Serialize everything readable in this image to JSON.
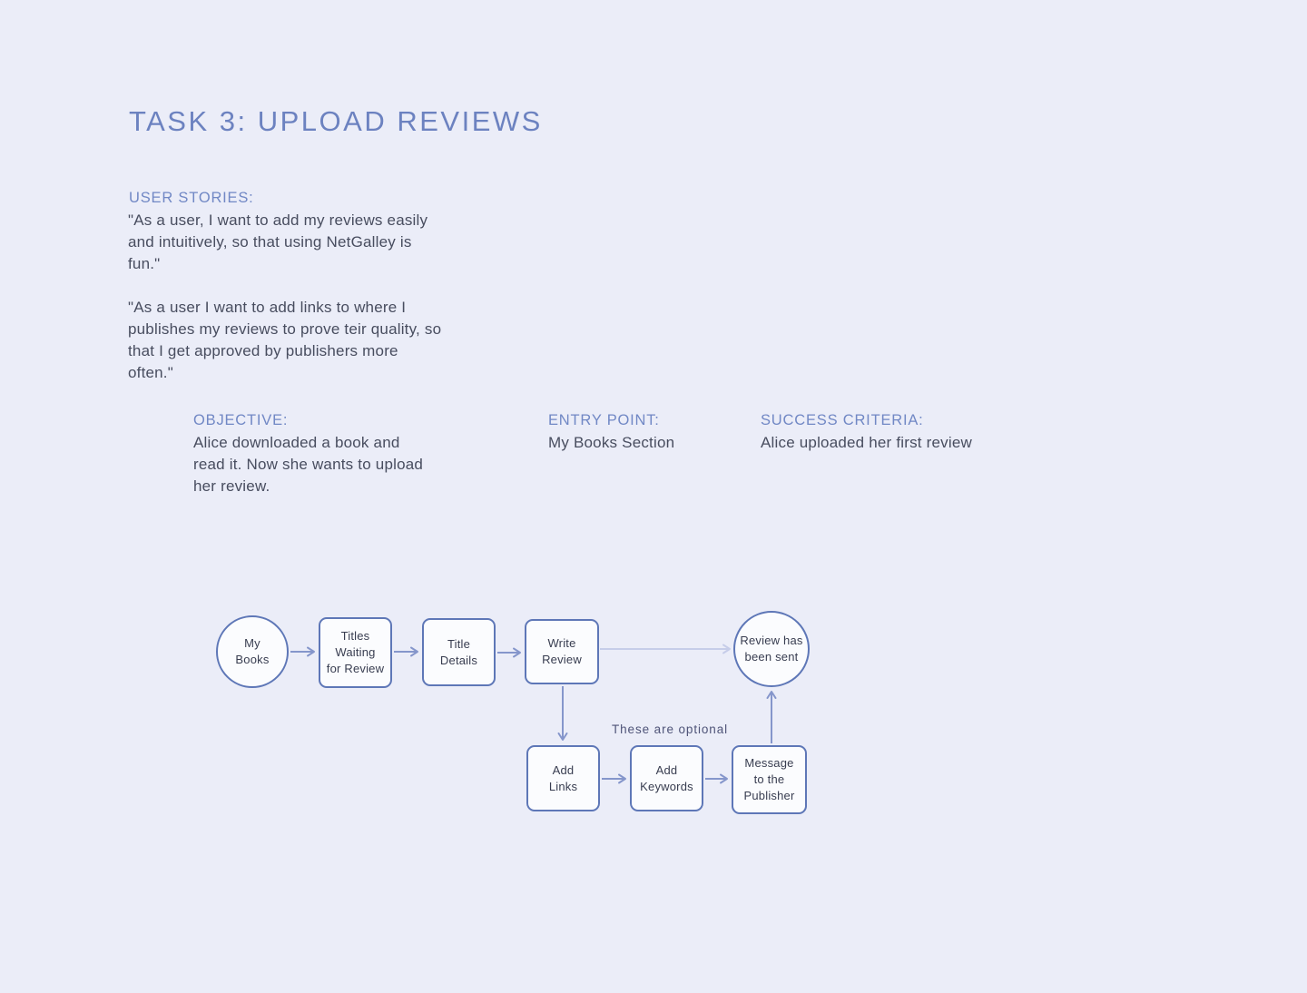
{
  "page": {
    "title": "TASK 3: UPLOAD REVIEWS"
  },
  "sections": {
    "user_stories": {
      "heading": "USER STORIES:",
      "story_1": "\"As a user, I want to add my reviews easily\nand intuitively, so that using NetGalley is\nfun.\"",
      "story_2": "\"As a user I want to add links to where I\npublishes my reviews to prove teir quality, so\nthat I get approved by publishers more\noften.\""
    },
    "objective": {
      "heading": "OBJECTIVE:",
      "text": "Alice downloaded a book and\nread it. Now she wants to upload\nher review."
    },
    "entry_point": {
      "heading": "ENTRY POINT:",
      "text": "My Books Section"
    },
    "success_criteria": {
      "heading": "SUCCESS CRITERIA:",
      "text": "Alice uploaded her first review"
    }
  },
  "flowchart": {
    "annotation": "These are optional",
    "nodes": [
      {
        "id": "my-books",
        "shape": "circle",
        "label": "My\nBooks"
      },
      {
        "id": "titles-waiting",
        "shape": "box",
        "label": "Titles\nWaiting\nfor Review"
      },
      {
        "id": "title-details",
        "shape": "box",
        "label": "Title\nDetails"
      },
      {
        "id": "write-review",
        "shape": "box",
        "label": "Write\nReview"
      },
      {
        "id": "review-sent",
        "shape": "circle",
        "label": "Review has\nbeen sent"
      },
      {
        "id": "add-links",
        "shape": "box",
        "label": "Add\nLinks"
      },
      {
        "id": "add-keywords",
        "shape": "box",
        "label": "Add\nKeywords"
      },
      {
        "id": "message-publisher",
        "shape": "box",
        "label": "Message\nto the\nPublisher"
      }
    ]
  },
  "colors": {
    "background": "#ebedf8",
    "title_accent": "#6c82c0",
    "heading_accent": "#7188c5",
    "body_text": "#484d5f",
    "node_border": "#5e77b7",
    "node_fill": "#fbfcfe",
    "arrow": "#8596cb",
    "arrow_faded": "#c6cde9",
    "annotation_text": "#4f5478"
  }
}
